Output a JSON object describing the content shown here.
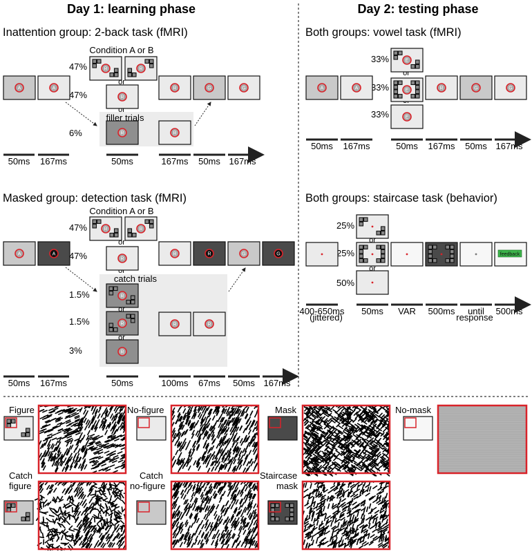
{
  "headers": {
    "day1": "Day 1: learning phase",
    "day2": "Day 2: testing phase"
  },
  "panels": {
    "inattention": {
      "title": "Inattention group: 2-back task (fMRI)",
      "condition_label": "Condition A or B",
      "filler_label": "filler trials",
      "percents": [
        "47%",
        "47%",
        "6%"
      ],
      "or": "or",
      "timings": [
        "50ms",
        "167ms",
        "50ms",
        "167ms",
        "50ms",
        "167ms"
      ]
    },
    "masked": {
      "title": "Masked group: detection task (fMRI)",
      "condition_label": "Condition A or B",
      "catch_label": "catch trials",
      "percents": [
        "47%",
        "47%",
        "1.5%",
        "1.5%",
        "3%"
      ],
      "or": "or",
      "timings": [
        "50ms",
        "167ms",
        "50ms",
        "100ms",
        "67ms",
        "50ms",
        "167ms"
      ]
    },
    "vowel": {
      "title": "Both groups: vowel task (fMRI)",
      "percents": [
        "33%",
        "33%",
        "33%"
      ],
      "or": "or",
      "timings": [
        "50ms",
        "167ms",
        "50ms",
        "167ms",
        "50ms",
        "167ms"
      ]
    },
    "staircase": {
      "title": "Both groups: staircase task (behavior)",
      "percents": [
        "25%",
        "25%",
        "50%"
      ],
      "or": "or",
      "feedback": "feedback",
      "timings": [
        "400-650ms",
        "50ms",
        "VAR",
        "500ms",
        "until",
        "500ms"
      ],
      "timing_sub": [
        "(jittered)",
        "response"
      ]
    }
  },
  "letters": {
    "A": "A",
    "R": "R",
    "G": "G",
    "E": "E"
  },
  "legend": {
    "figure": "Figure",
    "no_figure": "No-figure",
    "mask": "Mask",
    "no_mask": "No-mask",
    "catch_figure": [
      "Catch",
      "figure"
    ],
    "catch_no_figure": [
      "Catch",
      "no-figure"
    ],
    "staircase_mask": [
      "Staircase",
      "mask"
    ]
  },
  "colors": {
    "red": "#d9232a",
    "light_gray": "#ebebeb",
    "mid_gray": "#c9c9c9",
    "dark_gray": "#8f8f8f",
    "mask_gray": "#4a4a4a",
    "box_bg": "#efefef",
    "feedback_green": "#3cb34a"
  }
}
